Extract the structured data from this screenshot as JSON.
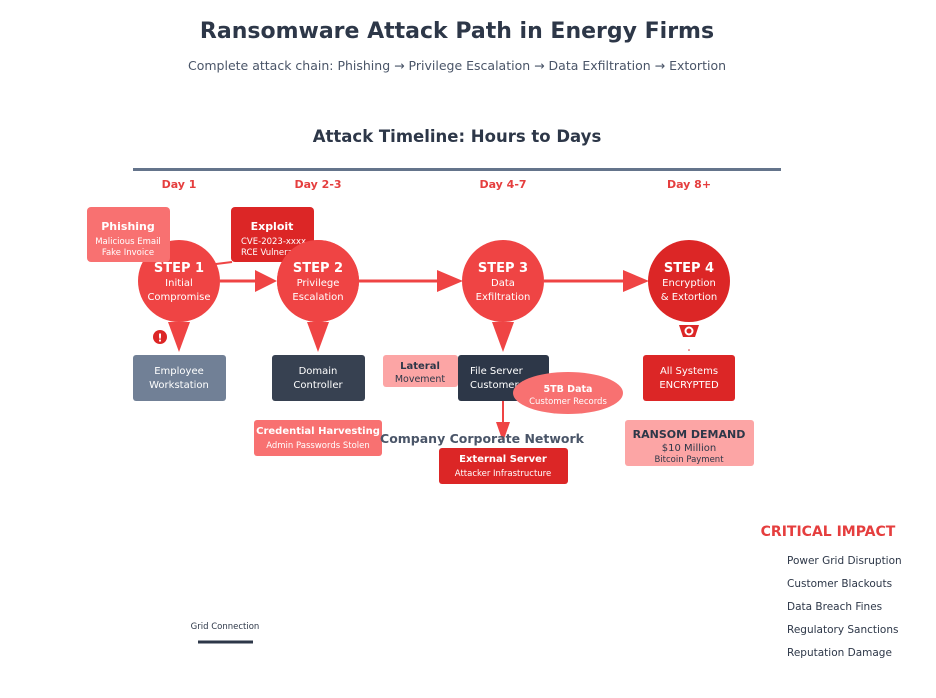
{
  "header": {
    "title": "Ransomware Attack Path in Energy Firms",
    "subtitle": "Complete attack chain: Phishing → Privilege Escalation → Data Exfiltration → Extortion"
  },
  "timeline": {
    "title": "Attack Timeline: Hours to Days",
    "days": [
      "Day 1",
      "Day 2-3",
      "Day 4-7",
      "Day 8+"
    ]
  },
  "steps": [
    {
      "title": "STEP 1",
      "line1": "Initial",
      "line2": "Compromise",
      "color": "#ef4444"
    },
    {
      "title": "STEP 2",
      "line1": "Privilege",
      "line2": "Escalation",
      "color": "#ef4444"
    },
    {
      "title": "STEP 3",
      "line1": "Data",
      "line2": "Exfiltration",
      "color": "#ef4444"
    },
    {
      "title": "STEP 4",
      "line1": "Encryption",
      "line2": "& Extortion",
      "color": "#dc2626"
    }
  ],
  "callouts": {
    "phishing": {
      "title": "Phishing",
      "line1": "Malicious Email",
      "line2": "Fake Invoice",
      "color": "#f87171"
    },
    "exploit": {
      "title": "Exploit",
      "line1": "CVE-2023-xxxx",
      "line2": "RCE Vulnerability",
      "color": "#dc2626"
    },
    "credential": {
      "title": "Credential Harvesting",
      "line1": "Admin Passwords Stolen",
      "color": "#f87171"
    },
    "lateral": {
      "title": "Lateral",
      "line1": "Movement",
      "color": "#fca5a5"
    },
    "stb": {
      "title": "5TB Data",
      "line1": "Customer Records",
      "color": "#f87171"
    },
    "external": {
      "title": "External Server",
      "line1": "Attacker Infrastructure",
      "color": "#dc2626"
    },
    "ransom": {
      "title": "RANSOM DEMAND",
      "amount": "$10 Million",
      "line1": "Bitcoin Payment",
      "color": "#fca5a5"
    }
  },
  "systems": [
    {
      "line1": "Employee",
      "line2": "Workstation",
      "color": "#718096"
    },
    {
      "line1": "Domain",
      "line2": "Controller",
      "color": "#374151"
    },
    {
      "line1": "File Server",
      "line2": "Customer DB",
      "color": "#2d3748"
    },
    {
      "line1": "All Systems",
      "line2": "ENCRYPTED",
      "color": "#dc2626"
    }
  ],
  "network_label": "Company Corporate Network",
  "impact": {
    "title": "CRITICAL IMPACT",
    "items": [
      "Power Grid Disruption",
      "Customer Blackouts",
      "Data Breach Fines",
      "Regulatory Sanctions",
      "Reputation Damage"
    ]
  },
  "legend": {
    "label": "Grid Connection",
    "color": "#2d3748"
  },
  "icons": {
    "warning": "!",
    "lock": "lock-icon"
  },
  "colors": {
    "accent": "#ef4444",
    "timeline_bar": "#64748b",
    "arrow": "#ef4444"
  }
}
